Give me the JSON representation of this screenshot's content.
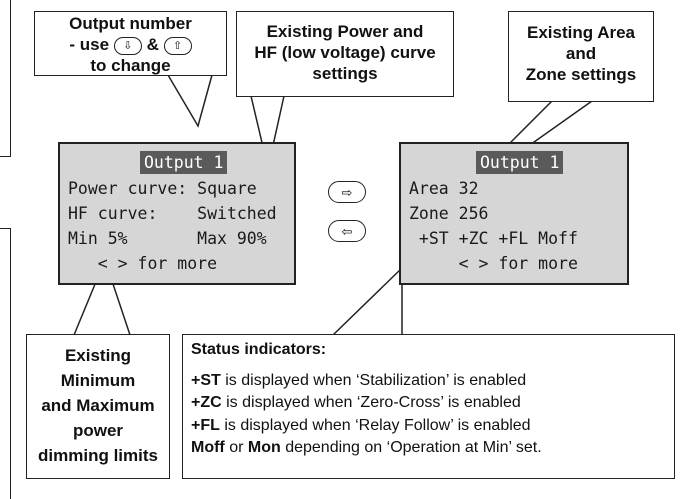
{
  "callouts": {
    "output_number": {
      "line1": "Output number",
      "line2_pre": "- use",
      "line2_mid": "&",
      "line3": "to change",
      "down_icon": "down-arrow-icon",
      "up_icon": "up-arrow-icon"
    },
    "power_hf": [
      "Existing Power and",
      "HF (low voltage) curve",
      "settings"
    ],
    "area_zone": [
      "Existing Area",
      "and",
      "Zone settings"
    ],
    "min_max": [
      "Existing",
      "Minimum",
      "and Maximum",
      "power",
      "dimming limits"
    ]
  },
  "lcd_left": {
    "title": "Output 1",
    "rows": [
      "Power curve: Square",
      "HF curve:    Switched",
      "Min 5%       Max 90%",
      "   < > for more"
    ]
  },
  "lcd_right": {
    "title": "Output 1",
    "rows": [
      "Area 32",
      "Zone 256",
      " +ST +ZC +FL Moff",
      "     < > for more"
    ]
  },
  "nav_buttons": {
    "right_icon": "right-arrow-icon",
    "left_icon": "left-arrow-icon"
  },
  "status": {
    "header": "Status indicators:",
    "lines": [
      {
        "code": "+ST",
        "text": " is displayed when ‘Stabilization’ is enabled"
      },
      {
        "code": "+ZC",
        "text": " is displayed when ‘Zero-Cross’  is enabled"
      },
      {
        "code": "+FL",
        "text": " is displayed when ‘Relay Follow’ is enabled"
      },
      {
        "code": "Moff",
        "mid": " or ",
        "code2": "Mon",
        "text": " depending on ‘Operation at Min’ set."
      }
    ]
  }
}
